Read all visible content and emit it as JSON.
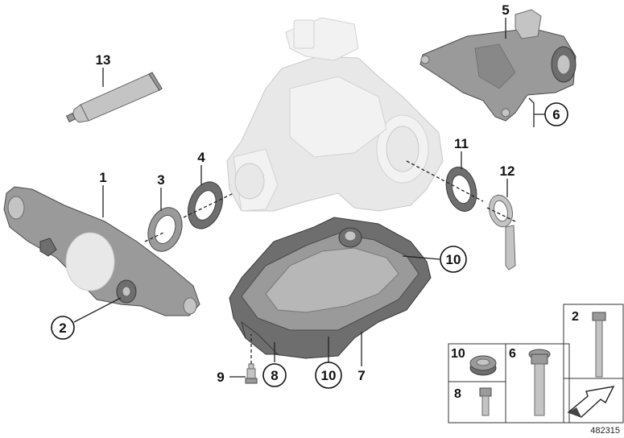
{
  "diagram": {
    "callouts": [
      {
        "id": "1",
        "text": "1"
      },
      {
        "id": "2",
        "text": "2"
      },
      {
        "id": "3",
        "text": "3"
      },
      {
        "id": "4",
        "text": "4"
      },
      {
        "id": "5",
        "text": "5"
      },
      {
        "id": "6",
        "text": "6"
      },
      {
        "id": "7",
        "text": "7"
      },
      {
        "id": "8",
        "text": "8"
      },
      {
        "id": "9",
        "text": "9"
      },
      {
        "id": "10a",
        "text": "10"
      },
      {
        "id": "10b",
        "text": "10"
      },
      {
        "id": "11",
        "text": "11"
      },
      {
        "id": "12",
        "text": "12"
      },
      {
        "id": "13",
        "text": "13"
      }
    ],
    "legend_box": {
      "cells": [
        {
          "text": "2"
        },
        {
          "text": "10"
        },
        {
          "text": "6"
        },
        {
          "text": "8"
        }
      ]
    },
    "reference_number": "482315"
  }
}
